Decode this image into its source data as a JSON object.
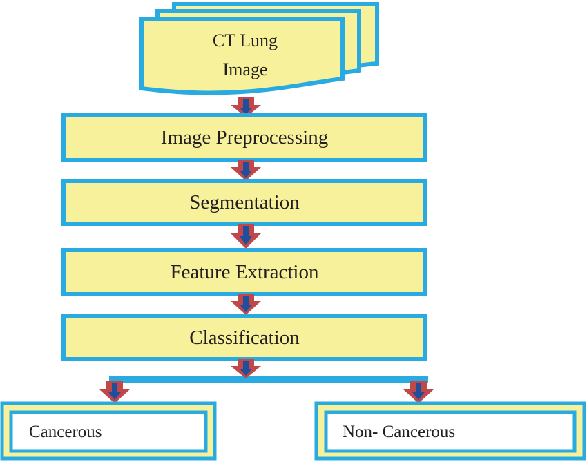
{
  "colors": {
    "box_fill": "#f7f19b",
    "box_border": "#29abe2",
    "arrow_outer": "#c1484a",
    "arrow_inner": "#1f4f9c",
    "output_fill": "#ffffff"
  },
  "input": {
    "line1": "CT Lung",
    "line2": "Image"
  },
  "steps": [
    {
      "label": "Image Preprocessing"
    },
    {
      "label": "Segmentation"
    },
    {
      "label": "Feature Extraction"
    },
    {
      "label": "Classification"
    }
  ],
  "outputs": {
    "left": {
      "label": "Cancerous"
    },
    "right": {
      "label": "Non- Cancerous"
    }
  }
}
